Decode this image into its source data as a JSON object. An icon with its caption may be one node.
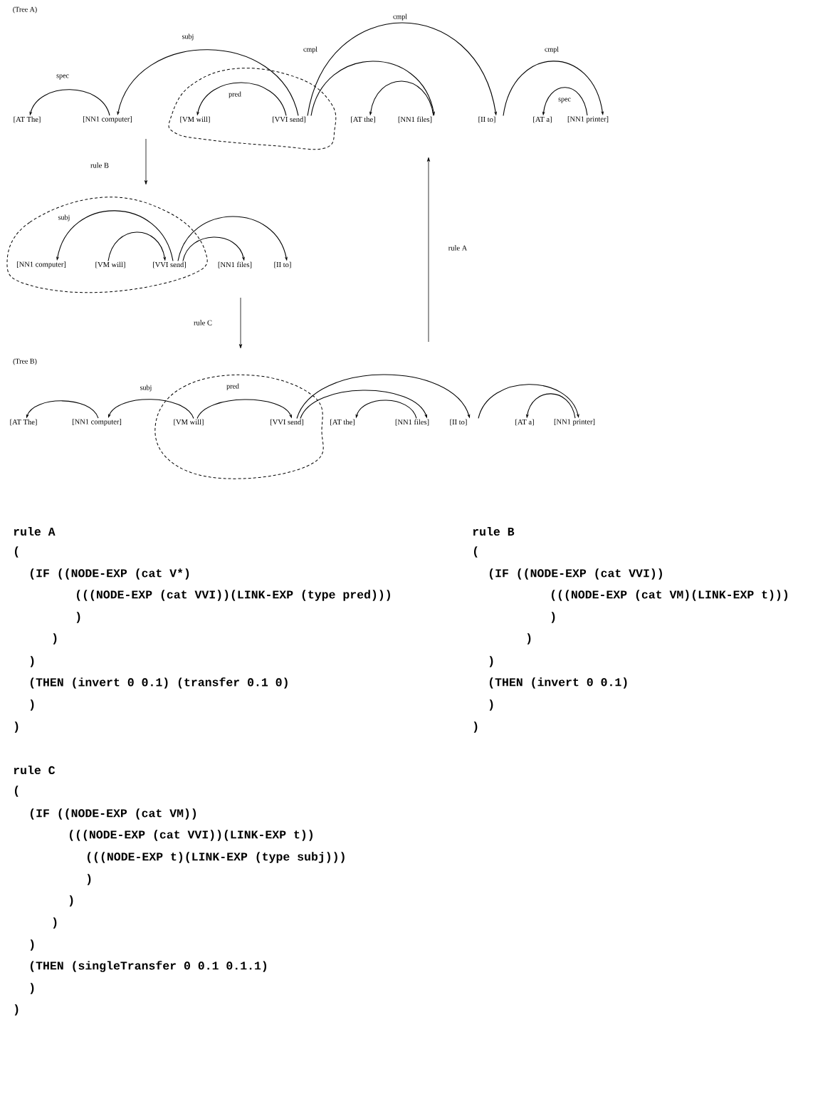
{
  "diagram": {
    "nodes": [
      {
        "text": [
          "[AT The]"
        ]
      },
      {
        "text": [
          "[NN1 computer]"
        ]
      },
      {
        "text": [
          "[VM will]"
        ]
      },
      {
        "text": [
          "[VVI send]"
        ]
      },
      {
        "text": [
          "[AT the]"
        ]
      },
      {
        "text": [
          "[NN1 files]"
        ]
      },
      {
        "text": [
          "[II to]"
        ]
      },
      {
        "text": [
          "[AT a]"
        ]
      },
      {
        "text": [
          "[NN1 printer]"
        ]
      },
      {
        "text": [
          "[NN1 computer]"
        ]
      },
      {
        "text": [
          "[VM will]"
        ]
      },
      {
        "text": [
          "[VVI send]"
        ]
      },
      {
        "text": [
          "[NN1 files]"
        ]
      },
      {
        "text": [
          "[II to]"
        ]
      },
      {
        "text": [
          "[AT The]"
        ]
      },
      {
        "text": [
          "[NN1 computer]"
        ]
      },
      {
        "text": [
          "[VM will]"
        ]
      },
      {
        "text": [
          "[VVI send]"
        ]
      },
      {
        "text": [
          "[AT the]"
        ]
      },
      {
        "text": [
          "[NN1 files]"
        ]
      },
      {
        "text": [
          "[II to]"
        ]
      },
      {
        "text": [
          "[AT a]"
        ]
      },
      {
        "text": [
          "[NN1 printer]"
        ]
      }
    ],
    "edges": [
      {
        "from": 1,
        "to": 0,
        "arrow": "to",
        "label": "spec"
      },
      {
        "from": 3,
        "to": 1,
        "arrow": "to",
        "label": "subj"
      },
      {
        "from": 3,
        "to": 2,
        "arrow": "to",
        "label": "pred"
      },
      {
        "from": 3,
        "to": 6,
        "arrow": "to",
        "label": "cmpl"
      },
      {
        "from": 3,
        "to": 5,
        "arrow": "to",
        "label": "cmpl"
      },
      {
        "from": 5,
        "to": 4,
        "arrow": "to"
      },
      {
        "from": 6,
        "to": 8,
        "arrow": "to",
        "label": "cmpl"
      },
      {
        "from": 8,
        "to": 7,
        "arrow": "to",
        "label": "spec"
      },
      {
        "from": 11,
        "to": 9,
        "arrow": "to",
        "label": "subj"
      },
      {
        "from": 10,
        "to": 11,
        "arrow": "to"
      },
      {
        "from": 11,
        "to": 12,
        "arrow": "to"
      },
      {
        "from": 11,
        "to": 13,
        "arrow": "to"
      },
      {
        "from": 15,
        "to": 14,
        "arrow": "to"
      },
      {
        "from": 16,
        "to": 15,
        "arrow": "to",
        "label": "subj"
      },
      {
        "from": 16,
        "to": 17,
        "arrow": "to",
        "label": "pred"
      },
      {
        "from": 17,
        "to": 20,
        "arrow": "to"
      },
      {
        "from": 17,
        "to": 19,
        "arrow": "to"
      },
      {
        "from": 19,
        "to": 18,
        "arrow": "to"
      },
      {
        "from": 20,
        "to": 22,
        "arrow": "to"
      },
      {
        "from": 22,
        "to": 21,
        "arrow": "to"
      }
    ],
    "labels": [
      "(Tree A)",
      "rule B",
      "rule A",
      "rule C",
      "(Tree B)",
      "rule A",
      "(",
      "(IF ((NODE-EXP (cat V*)",
      "(((NODE-EXP (cat VVI))(LINK-EXP (type pred)))",
      ")",
      ")",
      ")",
      "(THEN (invert 0 0.1) (transfer 0.1 0)",
      ")",
      ")",
      "rule B",
      "(",
      "(IF ((NODE-EXP (cat VVI))",
      "(((NODE-EXP (cat VM)(LINK-EXP t)))",
      ")",
      ")",
      ")",
      "(THEN (invert 0 0.1)",
      ")",
      ")",
      "rule C",
      "(",
      "(IF ((NODE-EXP (cat VM))",
      "(((NODE-EXP (cat VVI))(LINK-EXP t))",
      "(((NODE-EXP t)(LINK-EXP (type subj)))",
      ")",
      ")",
      ")",
      ")",
      "(THEN (singleTransfer 0 0.1 0.1.1)",
      ")",
      ")"
    ]
  }
}
